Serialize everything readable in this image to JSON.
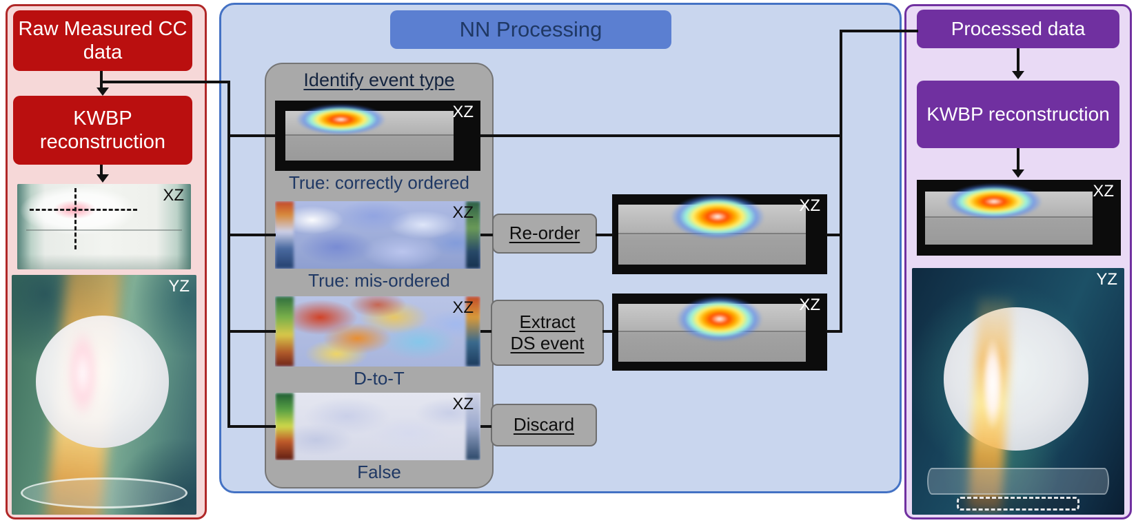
{
  "figure": {
    "left_panel": {
      "raw_box": "Raw Measured CC data",
      "kwbp_box": "KWBP reconstruction",
      "xz_label": "XZ",
      "yz_label": "YZ"
    },
    "nn_panel": {
      "title": "NN Processing",
      "classifier_title": "Identify event type",
      "thumbs": [
        {
          "corner": "XZ",
          "caption": "True: correctly ordered"
        },
        {
          "corner": "XZ",
          "caption": "True: mis-ordered"
        },
        {
          "corner": "XZ",
          "caption": "D-to-T"
        },
        {
          "corner": "XZ",
          "caption": "False"
        }
      ],
      "actions": [
        {
          "label": "Re-order"
        },
        {
          "label": "Extract DS event"
        },
        {
          "label": "Discard"
        }
      ],
      "outputs": [
        {
          "corner": "XZ"
        },
        {
          "corner": "XZ"
        }
      ]
    },
    "right_panel": {
      "processed_box": "Processed data",
      "kwbp_box": "KWBP reconstruction",
      "xz_label": "XZ",
      "yz_label": "YZ"
    },
    "colors": {
      "left_accent": "#b02828",
      "left_box": "#ba0f0f",
      "left_bg": "#f6d8d8",
      "nn_accent": "#4472c4",
      "nn_box": "#5b7fd1",
      "nn_bg": "#c9d6ee",
      "nn_title_text": "#1f3864",
      "gray_node": "#a9a9a9",
      "right_accent": "#7030a0",
      "right_bg": "#e9daf5",
      "caption_text": "#1f3864",
      "connector": "#111111"
    }
  }
}
